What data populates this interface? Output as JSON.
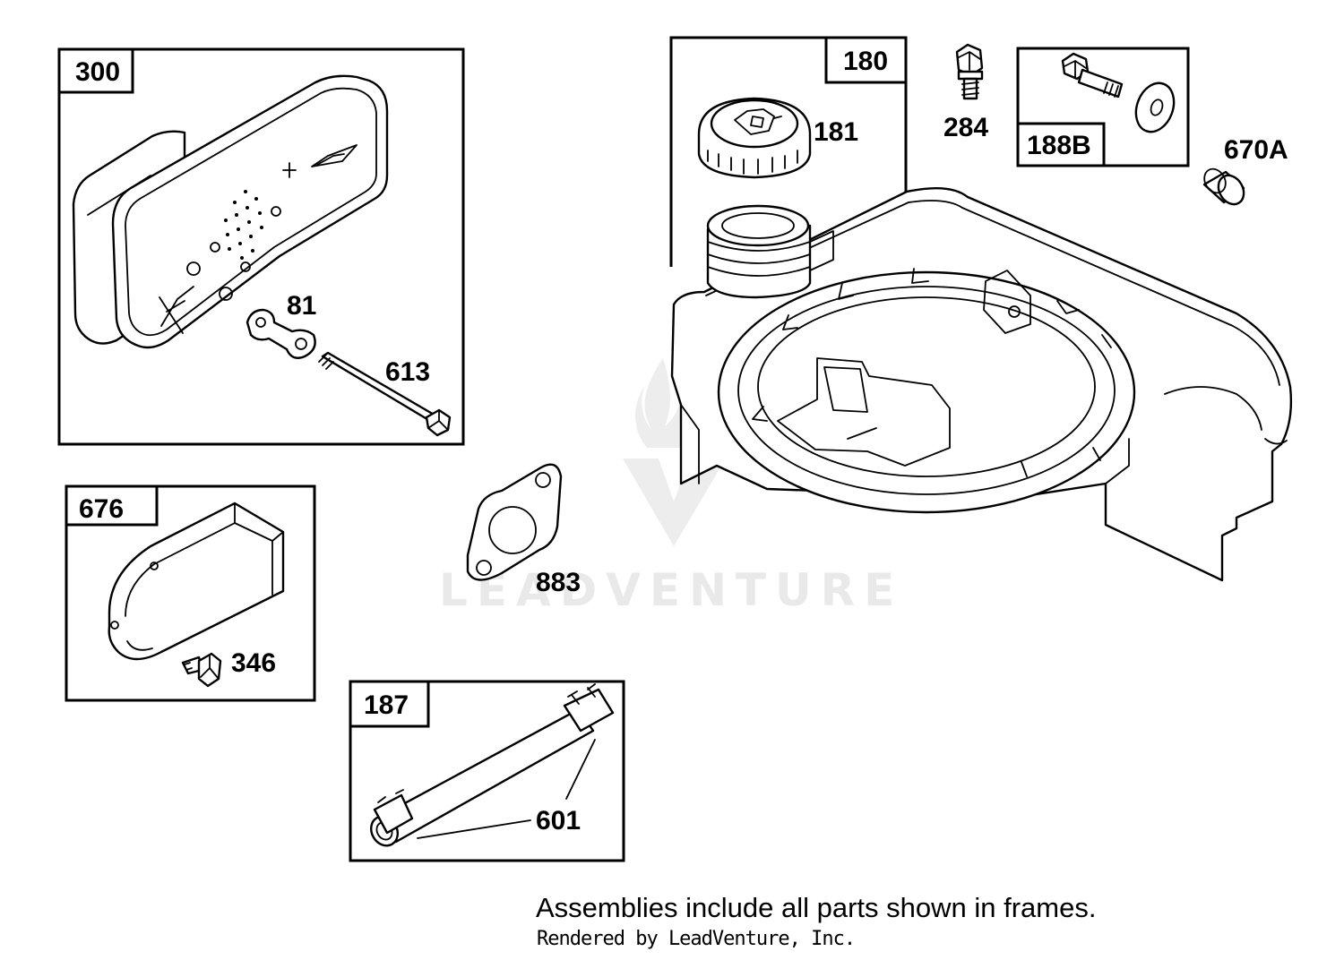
{
  "callouts": {
    "c300": "300",
    "c81": "81",
    "c613": "613",
    "c676": "676",
    "c346": "346",
    "c187": "187",
    "c601": "601",
    "c883": "883",
    "c180": "180",
    "c181": "181",
    "c284": "284",
    "c188b": "188B",
    "c670a": "670A"
  },
  "watermark": {
    "text": "LEADVENTURE"
  },
  "footer": {
    "note": "Assemblies include all parts shown in frames.",
    "credit": "Rendered by LeadVenture, Inc."
  },
  "icons": {
    "muffler": "muffler-guard-icon",
    "fuel_cap": "fuel-cap-icon",
    "fuel_tank": "fuel-tank-shroud-icon"
  },
  "colors": {
    "ink": "#000000",
    "watermark": "#e9e9e9",
    "background": "#ffffff"
  }
}
